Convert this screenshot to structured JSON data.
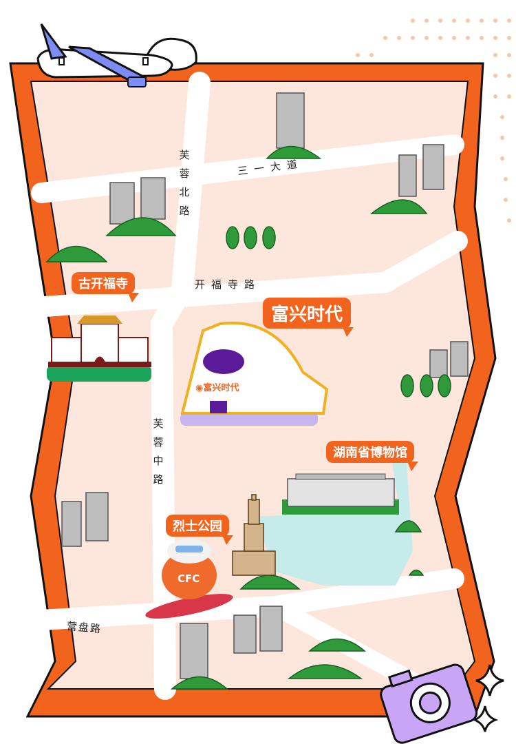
{
  "colors": {
    "frame": "#f2641e",
    "land": "#fde7dc",
    "road": "#ffffff",
    "water": "#c5ecea",
    "green": "#2f9a3a",
    "label_bg": "#f2641e",
    "purple": "#5b1a9a"
  },
  "landmarks": [
    {
      "label": "古开福寺"
    },
    {
      "label": "富兴时代"
    },
    {
      "label": "湖南省博物馆"
    },
    {
      "label": "烈士公园"
    }
  ],
  "roads": {
    "sanyi": "三一大道",
    "furong_north": "芙蓉北路",
    "kaifusi": "开福寺路",
    "furong_middle": "芙蓉中路",
    "yingpan": "营盘路"
  },
  "building_sign": "富兴时代",
  "mascot_text": "CFC",
  "icons": [
    "airplane-icon",
    "cloud-icon",
    "camera-icon",
    "sparkle-icon"
  ]
}
